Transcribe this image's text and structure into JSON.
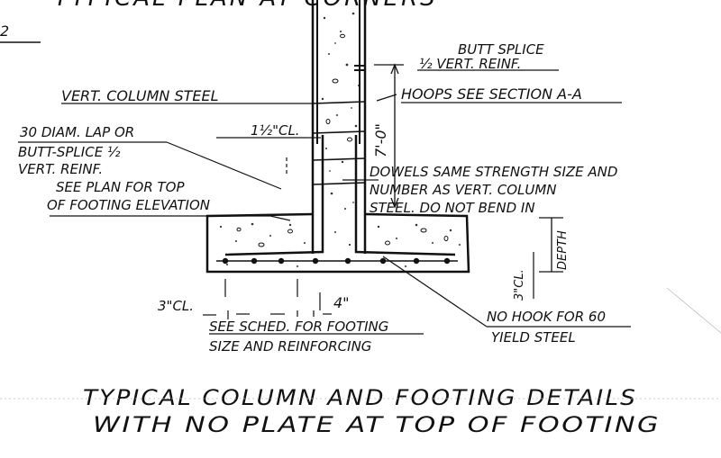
{
  "sheet": {
    "header_fragment": "TYPICAL PLAN AT CORNERS"
  },
  "notes": {
    "butt_splice_line1": "BUTT SPLICE",
    "butt_splice_line2": "½ VERT. REINF.",
    "vert_column_steel": "VERT. COLUMN STEEL",
    "hoops": "HOOPS SEE SECTION A-A",
    "lap_line1": "30 DIAM. LAP OR",
    "lap_line2": "BUTT-SPLICE ½",
    "lap_line3": "VERT. REINF.",
    "clear_cover_top": "1½\"CL.",
    "lap_length": "7'-0\"",
    "dowels_line1": "DOWELS SAME STRENGTH SIZE AND",
    "dowels_line2": "NUMBER AS VERT. COLUMN",
    "dowels_line3": "STEEL. DO NOT BEND IN",
    "top_footing_line1": "SEE PLAN FOR TOP",
    "top_footing_line2": "OF FOOTING ELEVATION",
    "depth": "DEPTH",
    "bottom_cover": "3\"CL.",
    "side_cover": "3\"CL.",
    "dim_4in": "4\"",
    "no_hook_line1": "NO HOOK FOR 60",
    "no_hook_line2": "YIELD STEEL",
    "schedule_line1": "SEE SCHED. FOR FOOTING",
    "schedule_line2": "SIZE AND REINFORCING"
  },
  "title": {
    "line1": "TYPICAL COLUMN AND FOOTING DETAILS",
    "line2": "WITH NO PLATE AT TOP OF FOOTING"
  }
}
